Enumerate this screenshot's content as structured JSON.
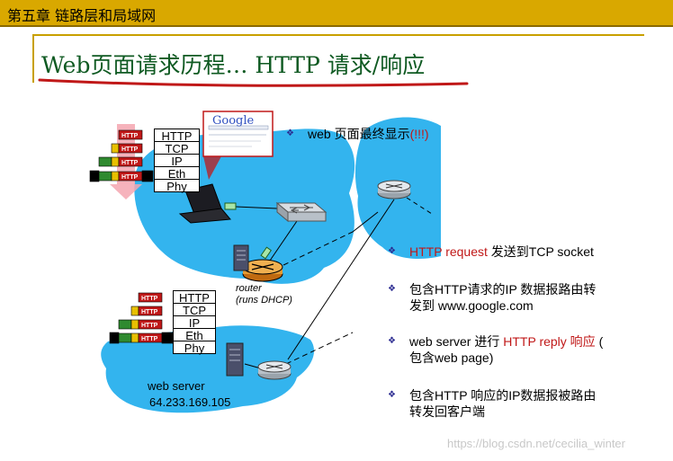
{
  "header": {
    "chapter": "第五章 链路层和局域网"
  },
  "slide": {
    "title": "Web页面请求历程… HTTP 请求/响应"
  },
  "client_stack": [
    "HTTP",
    "TCP",
    "IP",
    "Eth",
    "Phy"
  ],
  "server_stack": [
    "HTTP",
    "TCP",
    "IP",
    "Eth",
    "Phy"
  ],
  "packet_tag": "HTTP",
  "browser": {
    "logo": "Google"
  },
  "router_label": {
    "line1": "router",
    "line2": "(runs DHCP)"
  },
  "server_label": {
    "name": "web server",
    "ip": "64.233.169.105"
  },
  "bullets": [
    {
      "prefix": "web 页面最终显示",
      "highlight": "(!!!)",
      "suffix": ""
    },
    {
      "prefix": "",
      "highlight": "HTTP request",
      "suffix": " 发送到TCP socket"
    },
    {
      "line1": "包含HTTP请求的IP 数据报路由转",
      "line2": "发到 www.google.com"
    },
    {
      "prefix": "web server 进行 ",
      "highlight": "HTTP reply 响应",
      "suffix": " (",
      "line2": "包含web page)"
    },
    {
      "line1": "包含HTTP 响应的IP数据报被路由",
      "line2": "转发回客户端"
    }
  ],
  "watermark": "https://blog.csdn.net/cecilia_winter",
  "colors": {
    "header": "#d9a800",
    "title": "#0f5a22",
    "underline": "#c01818",
    "network": "#33b4ee",
    "highlight": "#c01818"
  }
}
